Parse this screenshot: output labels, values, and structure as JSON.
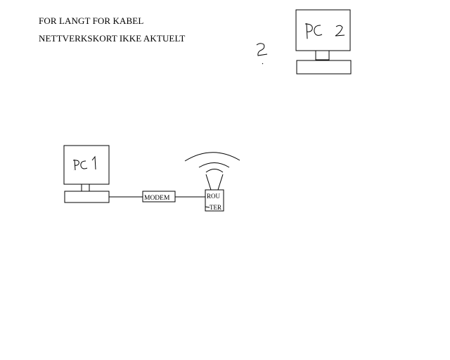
{
  "notes": {
    "line1": "FOR LANGT FOR KABEL",
    "line2": "NETTVERKSKORT IKKE AKTUELT"
  },
  "devices": {
    "pc1_label": "PC 1",
    "pc2_label": "PC 2",
    "modem_label": "MODEM",
    "router_label_top": "ROU",
    "router_label_bottom": "TER"
  },
  "question_mark": "?",
  "colors": {
    "ink": "#000000",
    "background": "#ffffff"
  }
}
